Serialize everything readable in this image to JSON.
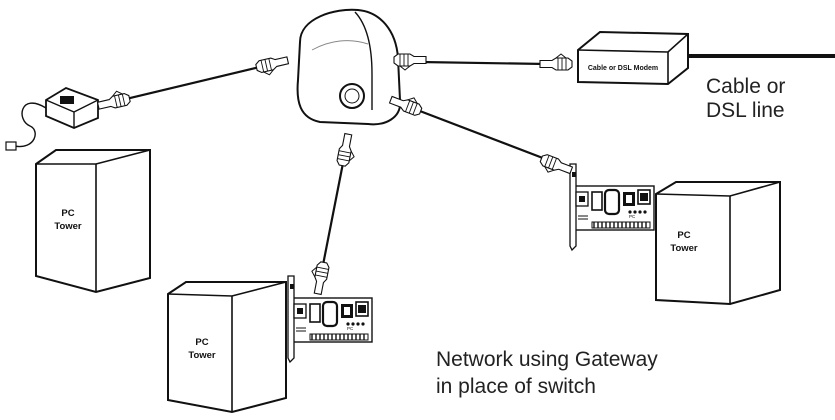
{
  "diagram": {
    "modem": {
      "label": "Cable or DSL Modem"
    },
    "line_caption": {
      "line1": "Cable or",
      "line2": "DSL line"
    },
    "network_caption": {
      "line1": "Network using Gateway",
      "line2": "in place of switch"
    },
    "towers": [
      {
        "line1": "PC",
        "line2": "Tower"
      },
      {
        "line1": "PC",
        "line2": "Tower"
      },
      {
        "line1": "PC",
        "line2": "Tower"
      }
    ],
    "nic_chip_label": "PC"
  }
}
